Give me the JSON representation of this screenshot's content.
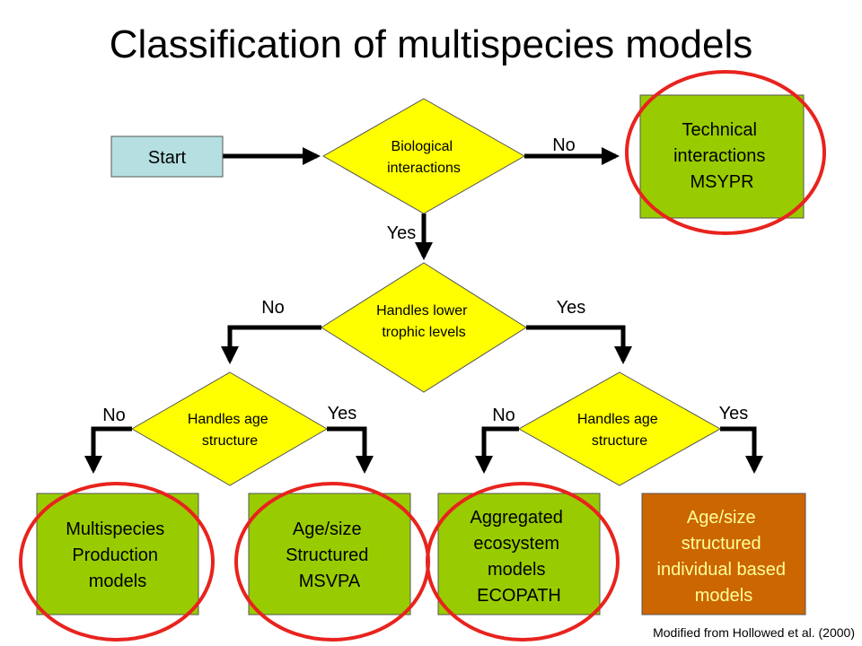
{
  "title": "Classification of multispecies models",
  "credit": "Modified from Hollowed et al. (2000)",
  "colors": {
    "start_fill": "#b5dfe1",
    "decision_fill": "#ffff00",
    "model_fill": "#99cc00",
    "ibm_fill": "#cc6600",
    "ibm_text": "#ffff99",
    "highlight_ring": "#e8231e",
    "arrow": "#000000"
  },
  "nodes": {
    "start": "Start",
    "d_biological": [
      "Biological",
      "interactions"
    ],
    "d_lower_trophic": [
      "Handles lower",
      "trophic levels"
    ],
    "d_age_left": [
      "Handles age",
      "structure"
    ],
    "d_age_right": [
      "Handles age",
      "structure"
    ],
    "technical": [
      "Technical",
      "interactions",
      "MSYPR"
    ],
    "production": [
      "Multispecies",
      "Production",
      "models"
    ],
    "msvpa": [
      "Age/size",
      "Structured",
      "MSVPA"
    ],
    "ecopath": [
      "Aggregated",
      "ecosystem",
      "models",
      "ECOPATH"
    ],
    "ibm": [
      "Age/size",
      "structured",
      "individual based",
      "models"
    ]
  },
  "edge_labels": {
    "bio_no": "No",
    "bio_yes": "Yes",
    "lower_no": "No",
    "lower_yes": "Yes",
    "ageL_no": "No",
    "ageL_yes": "Yes",
    "ageR_no": "No",
    "ageR_yes": "Yes"
  }
}
